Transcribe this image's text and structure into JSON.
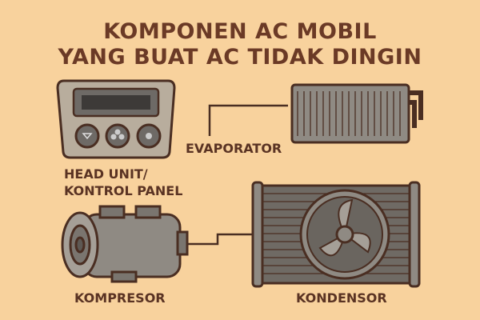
{
  "title": {
    "line1": "KOMPONEN AC MOBIL",
    "line2": "YANG BUAT AC TIDAK DINGIN"
  },
  "components": {
    "head_unit": {
      "line1": "HEAD UNIT/",
      "line2": "KONTROL PANEL"
    },
    "evaporator": "EVAPORATOR",
    "kompresor": "KOMPRESOR",
    "kondensor": "KONDENSOR"
  },
  "colors": {
    "background": "#f8d29d",
    "text": "#6b3a26",
    "outline": "#4a2e22"
  }
}
